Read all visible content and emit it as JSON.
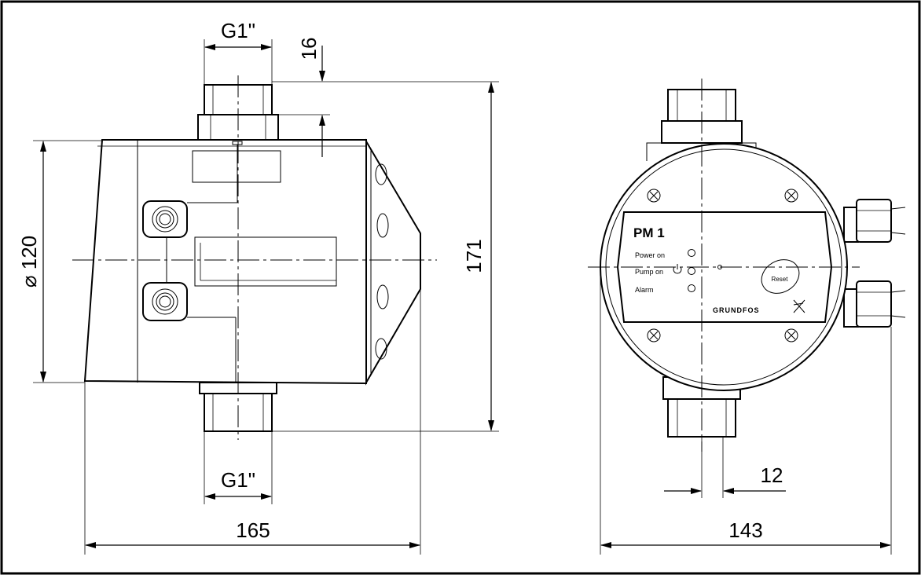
{
  "dimensions": {
    "thread_top": "G1\"",
    "thread_bottom": "G1\"",
    "offset_top": "16",
    "diameter": "⌀ 120",
    "height": "171",
    "width_side": "165",
    "width_front": "143",
    "offset_outlet": "12"
  },
  "panel": {
    "model": "PM 1",
    "power_on": "Power on",
    "pump_on": "Pump on",
    "alarm": "Alarm",
    "reset": "Reset",
    "brand": "GRUNDFOS"
  }
}
